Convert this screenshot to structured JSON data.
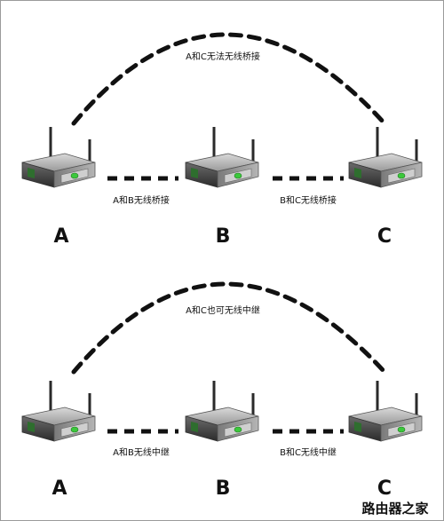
{
  "panels": [
    {
      "arc_label": "A和C无法无线桥接",
      "nodes": [
        "A",
        "B",
        "C"
      ],
      "link_labels": [
        "A和B无线桥接",
        "B和C无线桥接"
      ]
    },
    {
      "arc_label": "A和C也可无线中继",
      "nodes": [
        "A",
        "B",
        "C"
      ],
      "link_labels": [
        "A和B无线中继",
        "B和C无线中继"
      ]
    }
  ],
  "watermark": "路由器之家",
  "colors": {
    "dash": "#111111",
    "router_body": "#8a8a8a",
    "led": "#3cc83c"
  }
}
